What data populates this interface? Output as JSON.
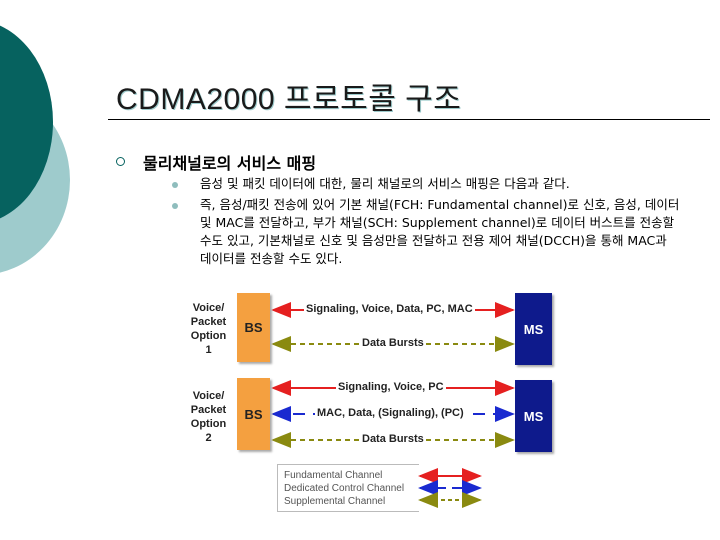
{
  "title": "CDMA2000 프로토콜 구조",
  "heading": "물리채널로의 서비스 매핑",
  "bullets": [
    "음성 및 패킷 데이터에 대한, 물리 채널로의 서비스 매핑은 다음과 같다.",
    "즉, 음성/패킷 전송에 있어 기본 채널(FCH: Fundamental channel)로 신호, 음성, 데이터 및 MAC를 전달하고, 부가 채널(SCH: Supplement channel)로 데이터 버스트를 전송할 수도 있고, 기본채널로 신호 및 음성만을 전달하고 전용 제어 채널(DCCH)을 통해 MAC과 데이터를 전송할 수도 있다."
  ],
  "diagram": {
    "option1": {
      "label1": "Voice/",
      "label2": "Packet",
      "label3": "Option",
      "label4": "1",
      "bs": "BS",
      "ms": "MS",
      "fch": "Signaling, Voice, Data, PC, MAC",
      "sch": "Data Bursts"
    },
    "option2": {
      "label1": "Voice/",
      "label2": "Packet",
      "label3": "Option",
      "label4": "2",
      "bs": "BS",
      "ms": "MS",
      "fch": "Signaling, Voice, PC",
      "dcch": "MAC, Data, (Signaling), (PC)",
      "sch": "Data Bursts"
    },
    "legend": [
      "Fundamental Channel",
      "Dedicated Control Channel",
      "Supplemental Channel"
    ],
    "colors": {
      "fch": "#e52020",
      "dcch": "#1a2ad0",
      "sch": "#8a8a10",
      "bs": "#f4a040",
      "ms": "#0e1a8c"
    }
  }
}
